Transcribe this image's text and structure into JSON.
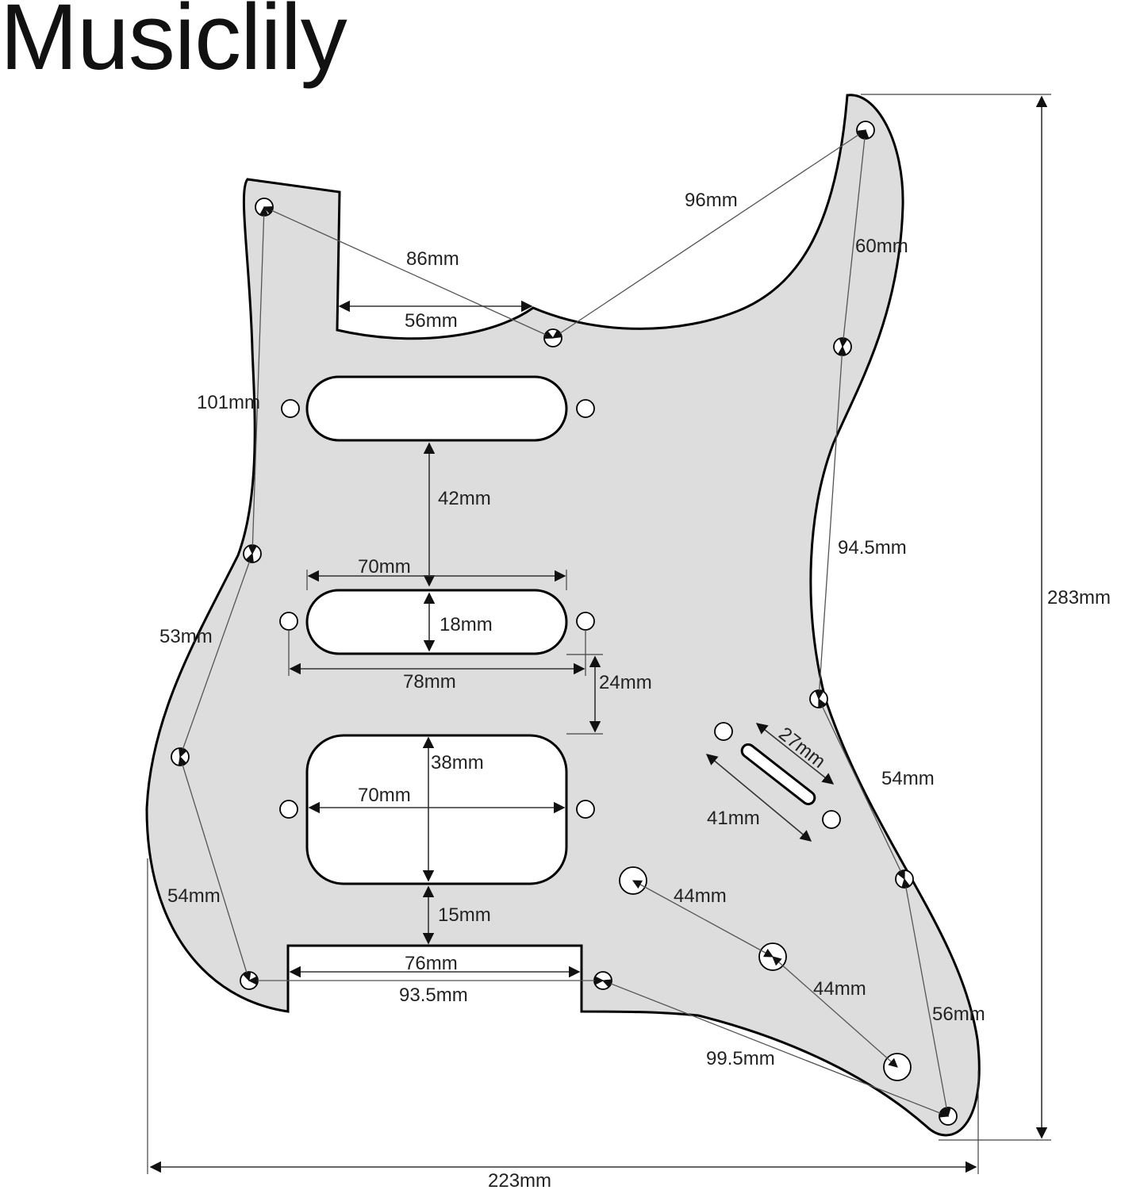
{
  "brand": "Musiclily",
  "colors": {
    "body_fill": "#dddddd",
    "outline": "#000000",
    "dimension_line": "#333333",
    "text": "#222222"
  },
  "dimensions": {
    "overall_width": "223mm",
    "overall_height": "283mm",
    "hole_top_left_to_neck": "86mm",
    "neck_pocket_width": "56mm",
    "neck_to_horn_hole": "96mm",
    "horn_to_right_hole": "60mm",
    "left_upper_span": "101mm",
    "neck_pickup_gap": "42mm",
    "single_coil_length": "70mm",
    "single_coil_width": "18mm",
    "single_coil_screw_spacing": "78mm",
    "single_to_humbucker_gap": "24mm",
    "humbucker_height": "38mm",
    "humbucker_width": "70mm",
    "humbucker_to_bottom": "15mm",
    "left_middle_span": "53mm",
    "left_lower_span": "54mm",
    "bottom_cutout_width": "76mm",
    "bottom_hole_spacing": "93.5mm",
    "right_long_span": "94.5mm",
    "right_lower_span": "54mm",
    "switch_slot_length": "27mm",
    "switch_screw_spacing": "41mm",
    "knob_spacing_1": "44mm",
    "knob_spacing_2": "44mm",
    "bottom_right_span": "56mm",
    "bottom_hole_to_corner": "99.5mm"
  }
}
